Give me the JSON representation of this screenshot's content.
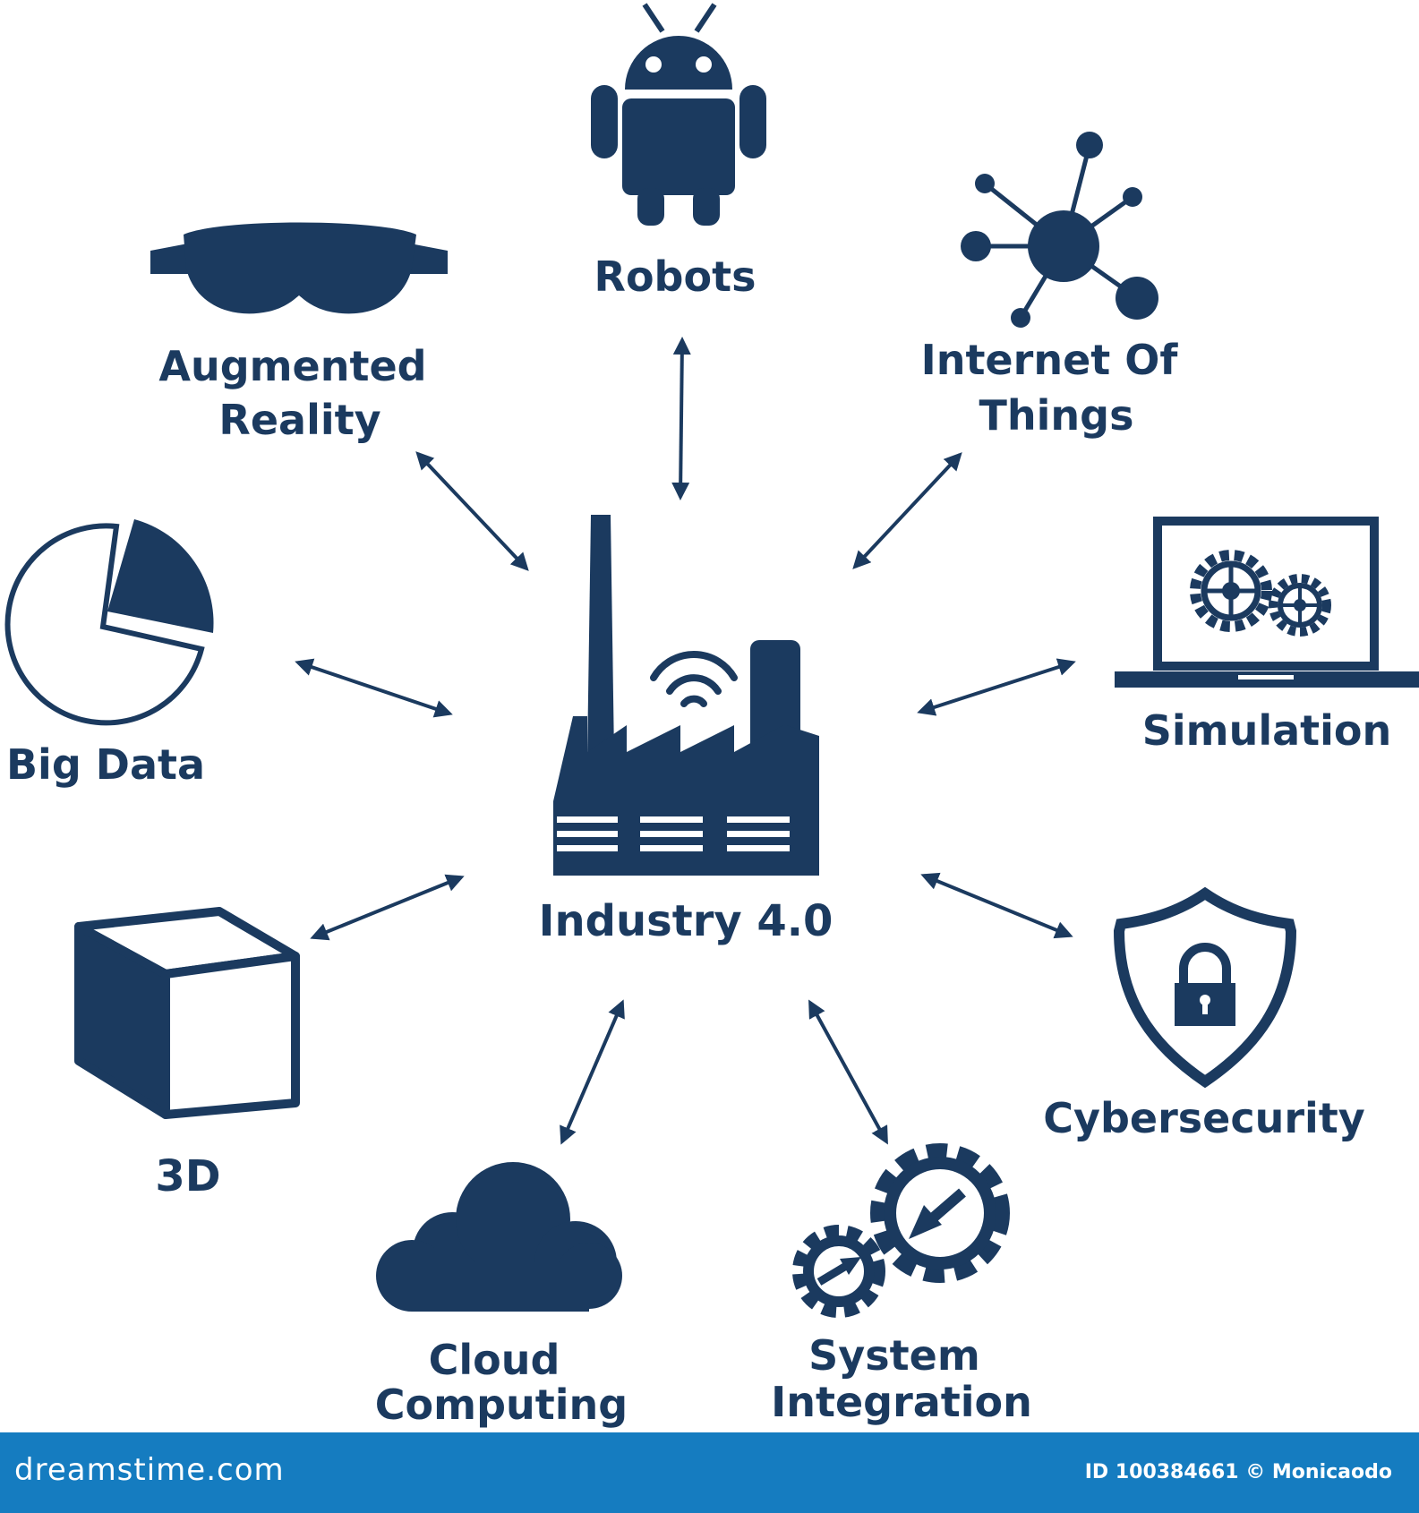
{
  "diagram": {
    "center": {
      "name": "industry",
      "label": [
        "Industry 4.0"
      ]
    },
    "nodes": [
      {
        "name": "robots",
        "label": [
          "Robots"
        ]
      },
      {
        "name": "iot",
        "label": [
          "Internet Of",
          "Things"
        ]
      },
      {
        "name": "simulation",
        "label": [
          "Simulation"
        ]
      },
      {
        "name": "cybersecurity",
        "label": [
          "Cybersecurity"
        ]
      },
      {
        "name": "system-integration",
        "label": [
          "System",
          "Integration"
        ]
      },
      {
        "name": "cloud-computing",
        "label": [
          "Cloud",
          "Computing"
        ]
      },
      {
        "name": "3d",
        "label": [
          "3D"
        ]
      },
      {
        "name": "big-data",
        "label": [
          "Big Data"
        ]
      },
      {
        "name": "augmented-reality",
        "label": [
          "Augmented",
          "Reality"
        ]
      }
    ],
    "edges": [
      {
        "from": "industry",
        "to": "robots",
        "direction": "both"
      },
      {
        "from": "industry",
        "to": "iot",
        "direction": "both"
      },
      {
        "from": "industry",
        "to": "simulation",
        "direction": "both"
      },
      {
        "from": "industry",
        "to": "cybersecurity",
        "direction": "both"
      },
      {
        "from": "industry",
        "to": "system-integration",
        "direction": "both"
      },
      {
        "from": "industry",
        "to": "cloud-computing",
        "direction": "both"
      },
      {
        "from": "industry",
        "to": "3d",
        "direction": "both"
      },
      {
        "from": "industry",
        "to": "big-data",
        "direction": "both"
      },
      {
        "from": "industry",
        "to": "augmented-reality",
        "direction": "both"
      }
    ]
  },
  "icons": {
    "industry": "factory-icon",
    "robots": "robot-icon",
    "iot": "network-icon",
    "simulation": "laptop-gears-icon",
    "cybersecurity": "shield-lock-icon",
    "system-integration": "gears-icon",
    "cloud-computing": "cloud-icon",
    "3d": "cube-icon",
    "big-data": "pie-chart-icon",
    "augmented-reality": "goggles-icon"
  },
  "colors": {
    "primary": "#1b3a5f",
    "footer": "#157cc0",
    "background": "#ffffff"
  },
  "footer": {
    "brand": "dreamstime.com",
    "credit": "ID 100384661 © Monicaodo"
  }
}
